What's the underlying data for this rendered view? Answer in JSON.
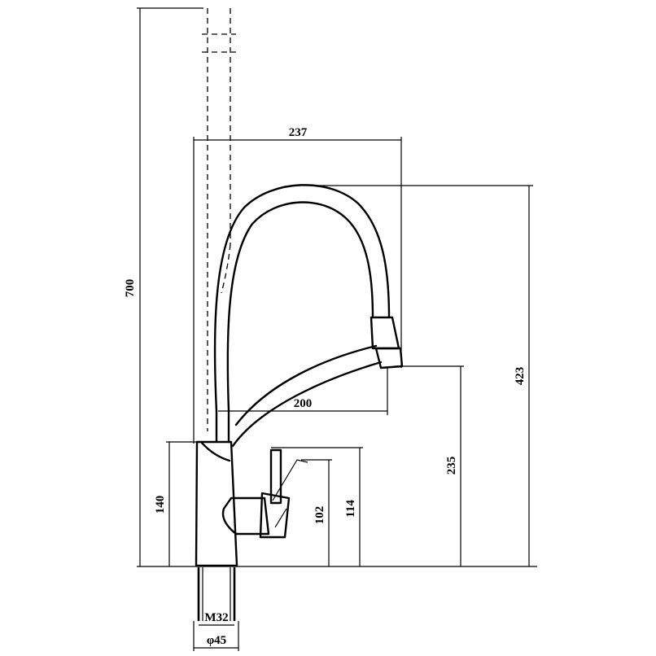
{
  "dimensions": {
    "total_height": "700",
    "spout_reach_outer": "237",
    "spout_reach_inner": "200",
    "spout_height": "423",
    "outlet_height": "235",
    "body_height": "140",
    "lever_height_top": "114",
    "lever_height": "102",
    "thread": "M32",
    "base_diameter": "φ45"
  }
}
